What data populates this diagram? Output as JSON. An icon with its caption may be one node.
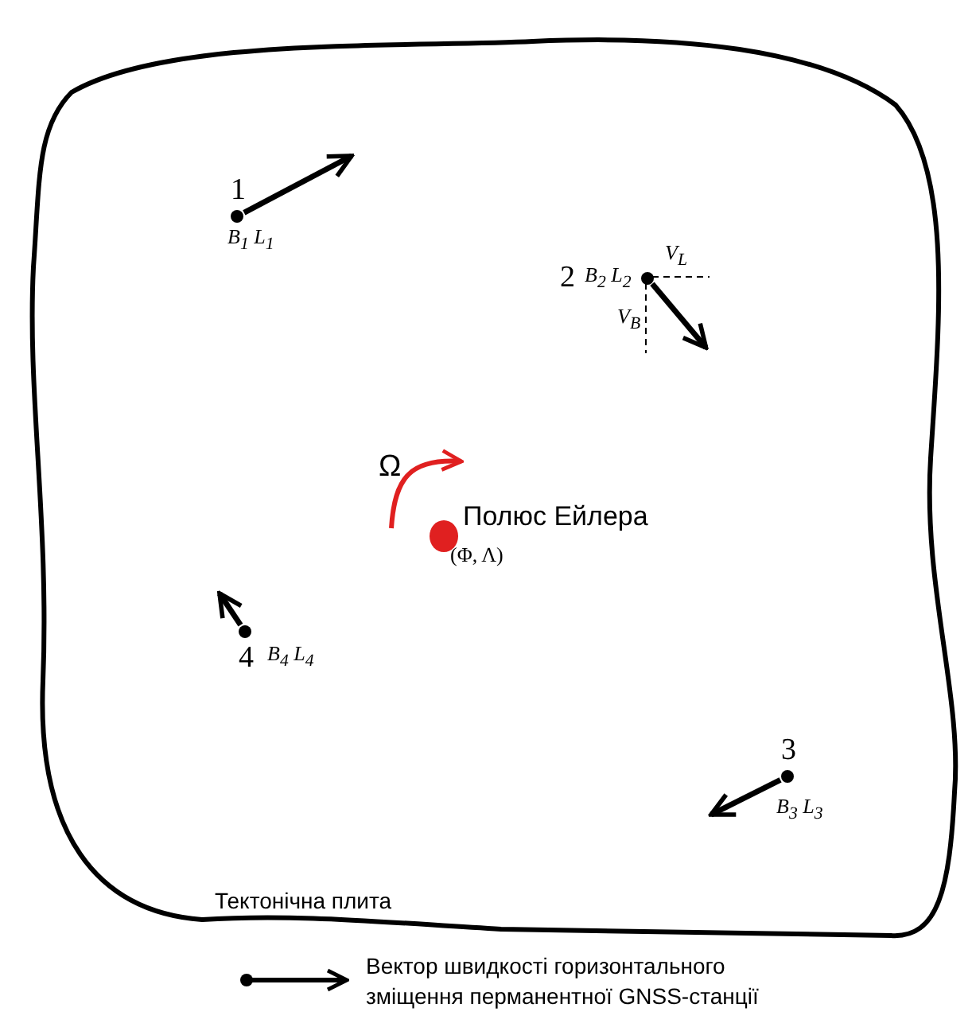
{
  "diagram": {
    "nodes": [
      {
        "text": [
          "Тектонічна плита"
        ]
      },
      {
        "text": [
          "1"
        ],
        "beside": [
          "B$_{1}$ L$_{1}$"
        ],
        "in": 0
      },
      {
        "text": [
          "2"
        ],
        "beside": [
          "B$_{2}$ L$_{2}$"
        ],
        "in": 0
      },
      {
        "text": [
          "Полюс Ейлера"
        ],
        "beside": [
          "(Φ, Λ)"
        ],
        "in": 0
      },
      {
        "text": [
          "4"
        ],
        "beside": [
          "B$_{4}$ L$_{4}$"
        ],
        "in": 0
      },
      {
        "text": [
          "3"
        ],
        "beside": [
          "B$_{3}$ L$_{3}$"
        ],
        "in": 0
      }
    ],
    "edges": [
      {
        "from": 1,
        "to": null,
        "arrow": "to"
      },
      {
        "from": 2,
        "to": null,
        "arrow": "to"
      },
      {
        "from": 4,
        "to": null,
        "arrow": "to"
      },
      {
        "from": 5,
        "to": null,
        "arrow": "to"
      }
    ],
    "labels": [
      "V$_{L}$",
      "V$_{B}$",
      "Ω"
    ],
    "legend": [
      {
        "text": "Вектор швидкості горизонтального зміщення перманентної GNSS-станції"
      }
    ]
  }
}
